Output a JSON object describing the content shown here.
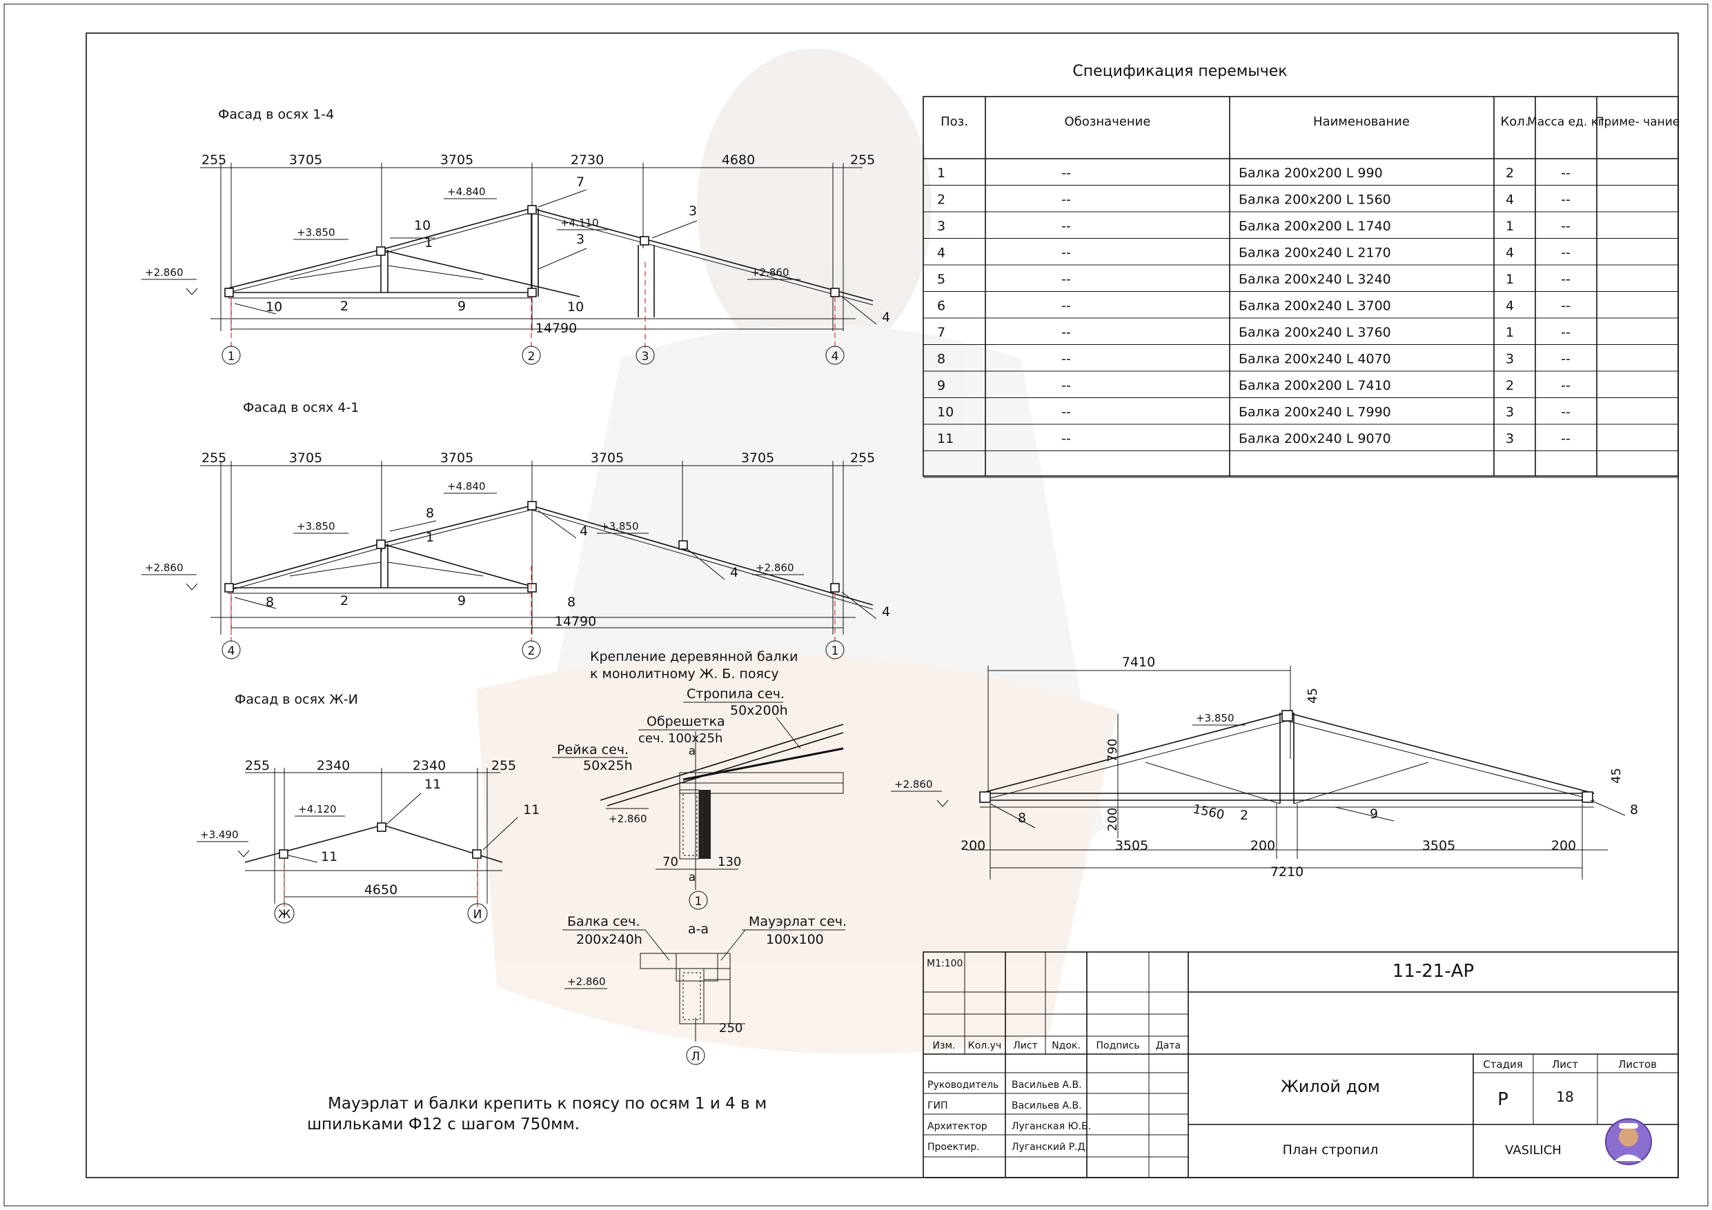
{
  "spec": {
    "title": "Спецификация перемычек",
    "headers": [
      "Поз.",
      "Обозначение",
      "Наименование",
      "Кол.",
      "Масса ед. кг",
      "Приме- чание"
    ],
    "rows": [
      {
        "pos": "1",
        "designation": "--",
        "name": "Балка 200х200 L 990",
        "qty": "2",
        "mass": "--",
        "note": ""
      },
      {
        "pos": "2",
        "designation": "--",
        "name": "Балка 200х200 L 1560",
        "qty": "4",
        "mass": "--",
        "note": ""
      },
      {
        "pos": "3",
        "designation": "--",
        "name": "Балка 200х200 L 1740",
        "qty": "1",
        "mass": "--",
        "note": ""
      },
      {
        "pos": "4",
        "designation": "--",
        "name": "Балка 200х240 L 2170",
        "qty": "4",
        "mass": "--",
        "note": ""
      },
      {
        "pos": "5",
        "designation": "--",
        "name": "Балка 200х240 L 3240",
        "qty": "1",
        "mass": "--",
        "note": ""
      },
      {
        "pos": "6",
        "designation": "--",
        "name": "Балка 200х240 L 3700",
        "qty": "4",
        "mass": "--",
        "note": ""
      },
      {
        "pos": "7",
        "designation": "--",
        "name": "Балка 200х240 L 3760",
        "qty": "1",
        "mass": "--",
        "note": ""
      },
      {
        "pos": "8",
        "designation": "--",
        "name": "Балка 200х240 L 4070",
        "qty": "3",
        "mass": "--",
        "note": ""
      },
      {
        "pos": "9",
        "designation": "--",
        "name": "Балка 200х200 L 7410",
        "qty": "2",
        "mass": "--",
        "note": ""
      },
      {
        "pos": "10",
        "designation": "--",
        "name": "Балка 200х240 L 7990",
        "qty": "3",
        "mass": "--",
        "note": ""
      },
      {
        "pos": "11",
        "designation": "--",
        "name": "Балка 200х240 L 9070",
        "qty": "3",
        "mass": "--",
        "note": ""
      }
    ]
  },
  "facade1": {
    "title": "Фасад в осях 1-4",
    "dims": [
      "255",
      "3705",
      "3705",
      "2730",
      "4680",
      "255"
    ],
    "total": "14790",
    "levels": [
      "+2.860",
      "+3.850",
      "+4.840",
      "+4.110",
      "+2.860"
    ],
    "tags": [
      "10",
      "1",
      "7",
      "3",
      "3",
      "10",
      "2",
      "9",
      "10",
      "4"
    ],
    "axes": [
      "1",
      "2",
      "3",
      "4"
    ]
  },
  "facade2": {
    "title": "Фасад в осях 4-1",
    "dims": [
      "255",
      "3705",
      "3705",
      "3705",
      "3705",
      "255"
    ],
    "total": "14790",
    "levels": [
      "+2.860",
      "+3.850",
      "+4.840",
      "+3.850",
      "+2.860"
    ],
    "tags": [
      "8",
      "1",
      "4",
      "4",
      "8",
      "2",
      "9",
      "8",
      "4"
    ],
    "axes": [
      "4",
      "2",
      "1"
    ]
  },
  "facade3": {
    "title": "Фасад в осях Ж-И",
    "dims": [
      "255",
      "2340",
      "2340",
      "255"
    ],
    "total": "4650",
    "levels": [
      "+3.490",
      "+4.120"
    ],
    "tags": [
      "11",
      "11",
      "11"
    ],
    "axes": [
      "Ж",
      "И"
    ]
  },
  "node": {
    "title": "Крепление деревянной балки",
    "title2": "к монолитному Ж. Б. поясу",
    "labels": [
      "Стропила сеч.",
      "50х200h",
      "Обрешетка",
      "сеч. 100х25h",
      "Рейка сеч.",
      "50х25h"
    ],
    "level": "+2.860",
    "dims": [
      "70",
      "130"
    ],
    "cut": "а",
    "axis": "1"
  },
  "section": {
    "title": "а-а",
    "labels": [
      "Балка сеч.",
      "200х240h",
      "Мауэрлат сеч.",
      "100х100"
    ],
    "level": "+2.860",
    "dim": "250",
    "axis": "Л"
  },
  "truss": {
    "level_top": "+3.850",
    "level_left": "+2.860",
    "top_dim": "7410",
    "dims_bottom": [
      "200",
      "3505",
      "200",
      "3505",
      "200"
    ],
    "total": "7210",
    "vertical": [
      "790",
      "200"
    ],
    "small": [
      "45",
      "45"
    ],
    "diag": "1560",
    "tags": [
      "8",
      "2",
      "9",
      "8"
    ]
  },
  "note": {
    "line1": "Мауэрлат и балки крепить к поясу по осям 1 и 4 в м",
    "line2": "шпильками Ф12 с шагом 750мм."
  },
  "stamp": {
    "scale": "М1:100",
    "code": "11-21-АР",
    "cols": [
      "Изм.",
      "Кол.уч",
      "Лист",
      "Nдок.",
      "Подпись",
      "Дата"
    ],
    "people": [
      {
        "role": "Руководитель",
        "name": "Васильев А.В."
      },
      {
        "role": "ГИП",
        "name": "Васильев А.В."
      },
      {
        "role": "Архитектор",
        "name": "Луганская Ю.Б."
      },
      {
        "role": "Проектир.",
        "name": "Луганский Р.Д."
      }
    ],
    "building": "Жилой дом",
    "sheet_title": "План стропил",
    "stage_label": "Стадия",
    "sheet_label": "Лист",
    "sheets_label": "Листов",
    "stage": "Р",
    "sheet": "18",
    "company": "VASILICH"
  }
}
